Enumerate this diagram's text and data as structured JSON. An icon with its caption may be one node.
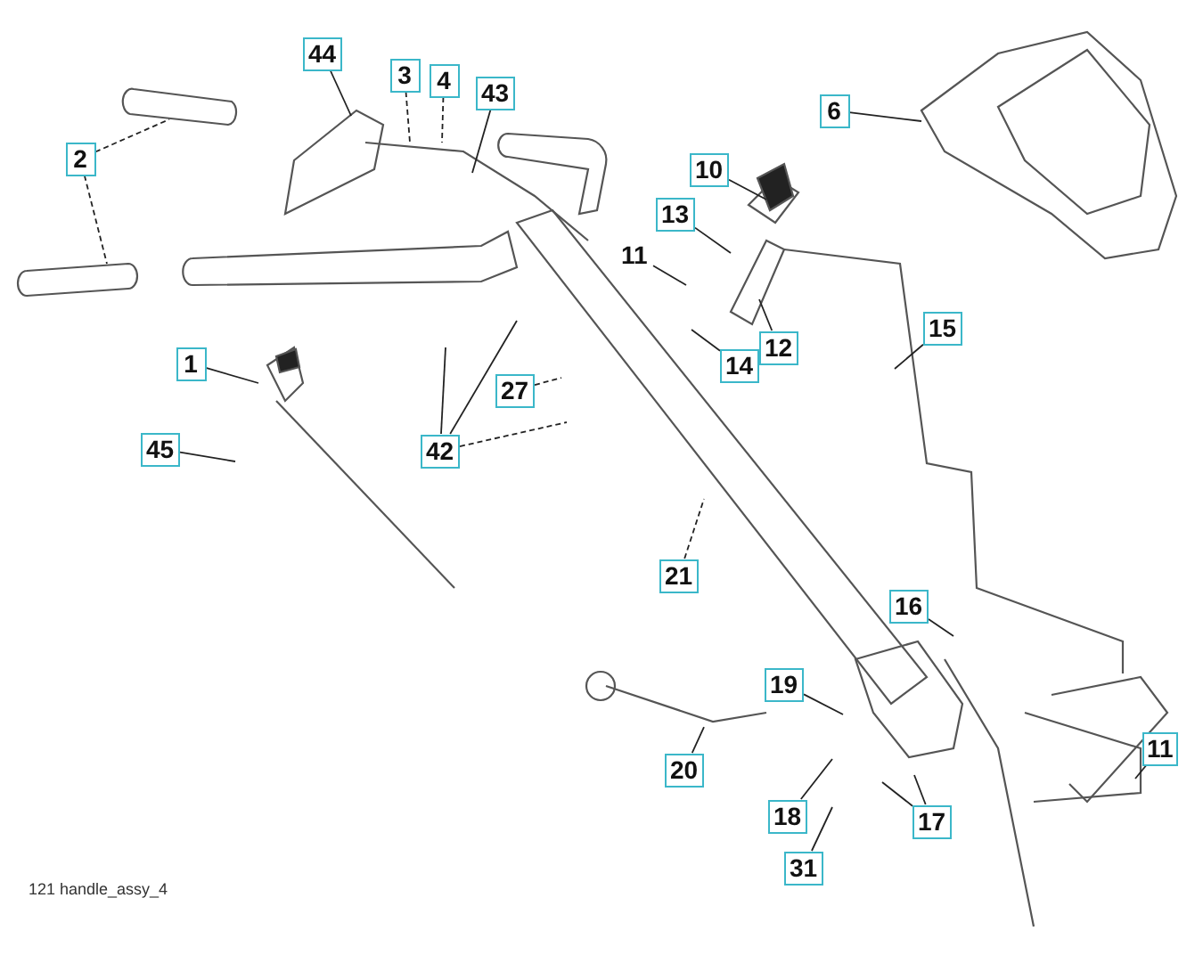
{
  "diagram": {
    "nodes": [
      {
        "text": [
          "44"
        ]
      },
      {
        "text": [
          "3"
        ]
      },
      {
        "text": [
          "4"
        ]
      },
      {
        "text": [
          "43"
        ]
      },
      {
        "text": [
          "6"
        ]
      },
      {
        "text": [
          "2"
        ]
      },
      {
        "text": [
          "10"
        ]
      },
      {
        "text": [
          "13"
        ]
      },
      {
        "text": [
          "11"
        ]
      },
      {
        "text": [
          "12"
        ]
      },
      {
        "text": [
          "14"
        ]
      },
      {
        "text": [
          "15"
        ]
      },
      {
        "text": [
          "1"
        ]
      },
      {
        "text": [
          "27"
        ]
      },
      {
        "text": [
          "42"
        ]
      },
      {
        "text": [
          "45"
        ]
      },
      {
        "text": [
          "21"
        ]
      },
      {
        "text": [
          "16"
        ]
      },
      {
        "text": [
          "19"
        ]
      },
      {
        "text": [
          "20"
        ]
      },
      {
        "text": [
          "18"
        ]
      },
      {
        "text": [
          "17"
        ]
      },
      {
        "text": [
          "31"
        ]
      },
      {
        "text": [
          "11"
        ]
      }
    ],
    "edges": [
      {
        "from": 0,
        "to": null,
        "arrow": "none"
      },
      {
        "from": 1,
        "to": null,
        "arrow": "none",
        "style": "dashed"
      },
      {
        "from": 2,
        "to": null,
        "arrow": "none",
        "style": "dashed"
      },
      {
        "from": 3,
        "to": null,
        "arrow": "none"
      },
      {
        "from": 4,
        "to": null,
        "arrow": "none"
      },
      {
        "from": 5,
        "to": null,
        "arrow": "none",
        "style": "dashed"
      },
      {
        "from": 5,
        "to": null,
        "arrow": "none",
        "style": "dashed"
      },
      {
        "from": 6,
        "to": null,
        "arrow": "none"
      },
      {
        "from": 7,
        "to": null,
        "arrow": "none"
      },
      {
        "from": 8,
        "to": null,
        "arrow": "none"
      },
      {
        "from": 9,
        "to": null,
        "arrow": "none"
      },
      {
        "from": 10,
        "to": null,
        "arrow": "none"
      },
      {
        "from": 11,
        "to": null,
        "arrow": "none"
      },
      {
        "from": 12,
        "to": null,
        "arrow": "none"
      },
      {
        "from": 13,
        "to": null,
        "arrow": "none",
        "style": "dashed"
      },
      {
        "from": 14,
        "to": null,
        "arrow": "none"
      },
      {
        "from": 14,
        "to": null,
        "arrow": "none"
      },
      {
        "from": 14,
        "to": null,
        "arrow": "none",
        "style": "dashed"
      },
      {
        "from": 15,
        "to": null,
        "arrow": "none"
      },
      {
        "from": 16,
        "to": null,
        "arrow": "none",
        "style": "dashed"
      },
      {
        "from": 17,
        "to": null,
        "arrow": "none"
      },
      {
        "from": 18,
        "to": null,
        "arrow": "none"
      },
      {
        "from": 19,
        "to": null,
        "arrow": "none"
      },
      {
        "from": 20,
        "to": null,
        "arrow": "none"
      },
      {
        "from": 21,
        "to": null,
        "arrow": "none"
      },
      {
        "from": 21,
        "to": null,
        "arrow": "none"
      },
      {
        "from": 22,
        "to": null,
        "arrow": "none"
      },
      {
        "from": 23,
        "to": null,
        "arrow": "none"
      }
    ],
    "labels": [
      "121 handle_assy_4"
    ]
  }
}
